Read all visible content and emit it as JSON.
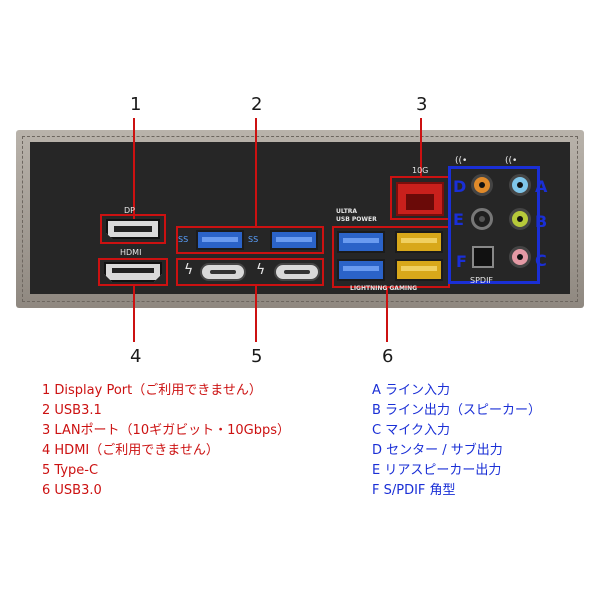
{
  "callouts": {
    "n1": "1",
    "n2": "2",
    "n3": "3",
    "n4": "4",
    "n5": "5",
    "n6": "6"
  },
  "panel_labels": {
    "dp": "DP",
    "hdmi": "HDMI",
    "lan_speed": "10G",
    "ultra_usb_power": "ULTRA\nUSB POWER",
    "lightning_gaming": "LIGHTNING GAMING",
    "spdif": "SPDIF",
    "ss_logo": "SS"
  },
  "audio_letters": {
    "A": "A",
    "B": "B",
    "C": "C",
    "D": "D",
    "E": "E",
    "F": "F"
  },
  "legend_numbers": [
    "1 Display Port（ご利用できません）",
    "2 USB3.1",
    "3 LANポート（10ギガビット・10Gbps）",
    "4 HDMI（ご利用できません）",
    "5 Type-C",
    "6 USB3.0"
  ],
  "legend_letters": [
    "A ライン入力",
    "B ライン出力（スピーカー）",
    "C マイク入力",
    "D センター / サブ出力",
    "E リアスピーカー出力",
    "F S/PDIF 角型"
  ],
  "colors": {
    "callout_red": "#cc1111",
    "callout_blue": "#1a2fd6",
    "panel": "#262626",
    "usb31": "#2b63c8",
    "usb30": "#d8a81a",
    "lan": "#c8201c"
  },
  "icons": [
    "usb-ss-icon",
    "lightning-icon",
    "audio-icon"
  ]
}
